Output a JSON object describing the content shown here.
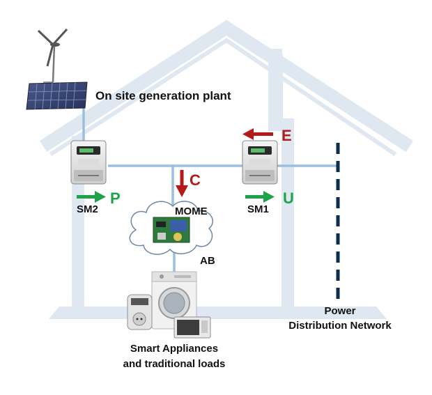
{
  "labels": {
    "on_site_generation": "On site generation plant",
    "sm1": "SM1",
    "sm2": "SM2",
    "mome": "MOME",
    "ab": "AB",
    "power_line1": "Power",
    "power_line2": "Distribution Network",
    "appliances_line1": "Smart Appliances",
    "appliances_line2": "and traditional loads"
  },
  "flows": {
    "e": "E",
    "u": "U",
    "c": "C",
    "p": "P"
  },
  "colors": {
    "house_outline": "#dfe8f1",
    "wire": "#9dbfdd",
    "arrow_red": "#b41a1a",
    "arrow_green": "#1fa34a",
    "grid_dash": "#0d2f4f",
    "cloud_stroke": "#6f86a5"
  },
  "icons": {
    "wind_turbine": "wind-turbine-icon",
    "solar_panel": "solar-panel-icon",
    "smart_meter": "smart-meter-icon",
    "circuit_board": "circuit-board-icon",
    "washing_machine": "washing-machine-icon",
    "smart_plug": "smart-plug-icon",
    "microwave": "microwave-icon"
  }
}
